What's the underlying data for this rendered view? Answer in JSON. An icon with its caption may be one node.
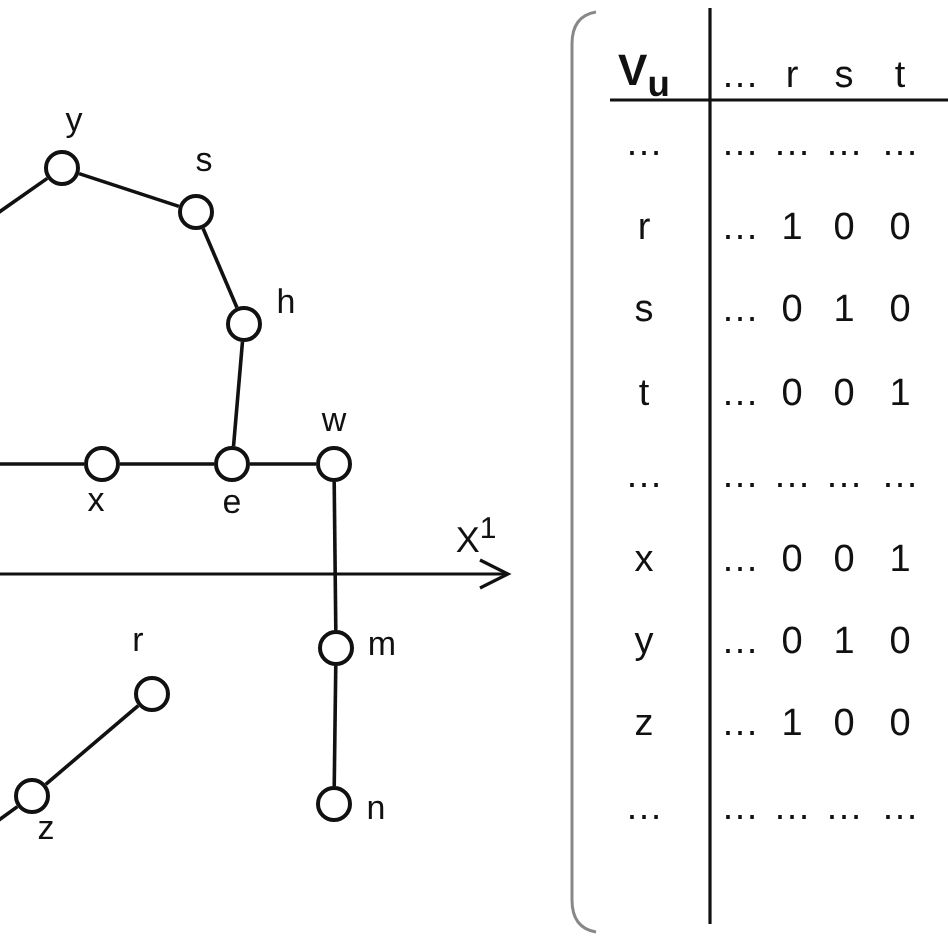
{
  "diagram": {
    "nodes": [
      {
        "text": [],
        "shape": "circle",
        "beside": [
          "y"
        ]
      },
      {
        "text": [],
        "shape": "circle",
        "beside": [
          "s"
        ]
      },
      {
        "text": [],
        "shape": "circle",
        "beside": [
          "h"
        ]
      },
      {
        "text": [],
        "shape": "circle",
        "beside": [
          "x"
        ]
      },
      {
        "text": [],
        "shape": "circle",
        "beside": [
          "e"
        ]
      },
      {
        "text": [],
        "shape": "circle",
        "beside": [
          "w"
        ]
      },
      {
        "text": [],
        "shape": "circle",
        "beside": [
          "m"
        ]
      },
      {
        "text": [],
        "shape": "circle",
        "beside": [
          "n"
        ]
      },
      {
        "text": [],
        "shape": "circle",
        "beside": [
          "r"
        ]
      },
      {
        "text": [],
        "shape": "circle",
        "beside": [
          "z"
        ]
      }
    ],
    "edges": [
      {
        "from": null,
        "to": 0,
        "arrow": "none"
      },
      {
        "from": 0,
        "to": 1,
        "arrow": "none"
      },
      {
        "from": 1,
        "to": 2,
        "arrow": "none"
      },
      {
        "from": 2,
        "to": 4,
        "arrow": "none"
      },
      {
        "from": null,
        "to": 3,
        "arrow": "none"
      },
      {
        "from": 3,
        "to": 4,
        "arrow": "none"
      },
      {
        "from": 4,
        "to": 5,
        "arrow": "none"
      },
      {
        "from": 5,
        "to": 6,
        "arrow": "none"
      },
      {
        "from": 6,
        "to": 7,
        "arrow": "none"
      },
      {
        "from": 8,
        "to": 9,
        "arrow": "none"
      },
      {
        "from": null,
        "to": 9,
        "arrow": "none"
      }
    ],
    "labels": [
      "X$^{1}$",
      "V$_{u}$",
      "…",
      "r",
      "s",
      "t",
      "…",
      "…",
      "…",
      "…",
      "…",
      "r",
      "…",
      "1",
      "0",
      "0",
      "s",
      "…",
      "0",
      "1",
      "0",
      "t",
      "…",
      "0",
      "0",
      "1",
      "…",
      "…",
      "…",
      "…",
      "…",
      "x",
      "…",
      "0",
      "0",
      "1",
      "y",
      "…",
      "0",
      "1",
      "0",
      "z",
      "…",
      "1",
      "0",
      "0",
      "…",
      "…",
      "…",
      "…",
      "…"
    ]
  }
}
